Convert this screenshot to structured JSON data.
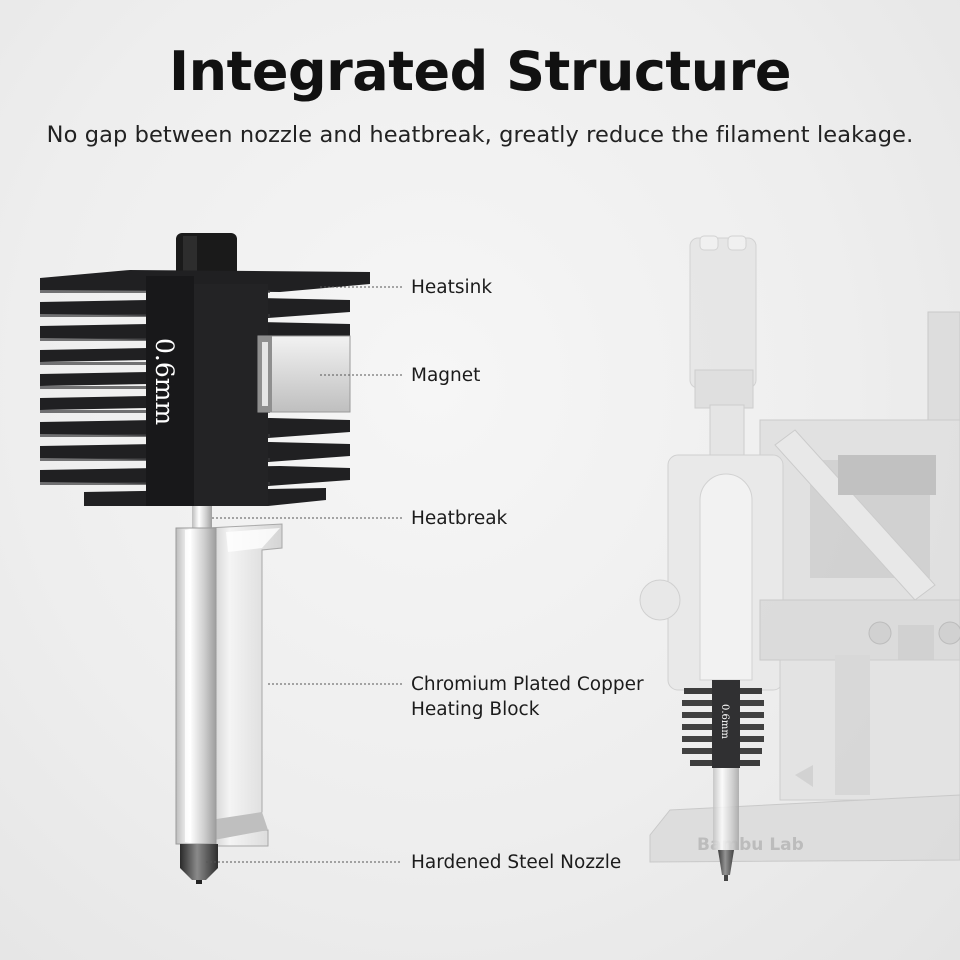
{
  "header": {
    "title": "Integrated Structure",
    "subtitle": "No gap between nozzle and heatbreak, greatly reduce the filament leakage."
  },
  "hotend": {
    "size_marking": "0.6mm"
  },
  "callouts": {
    "heatsink": "Heatsink",
    "magnet": "Magnet",
    "heatbreak": "Heatbreak",
    "heating_block_line1": "Chromium Plated Copper",
    "heating_block_line2": "Heating Block",
    "nozzle": "Hardened Steel Nozzle"
  },
  "printer": {
    "brand_marking": "Bambu Lab",
    "size_marking": "0.6mm"
  },
  "colors": {
    "heatsink": "#1c1c1e",
    "metal": "#d9d9d9",
    "printer_body": "#e2e2e2",
    "leader_line": "#555555"
  }
}
